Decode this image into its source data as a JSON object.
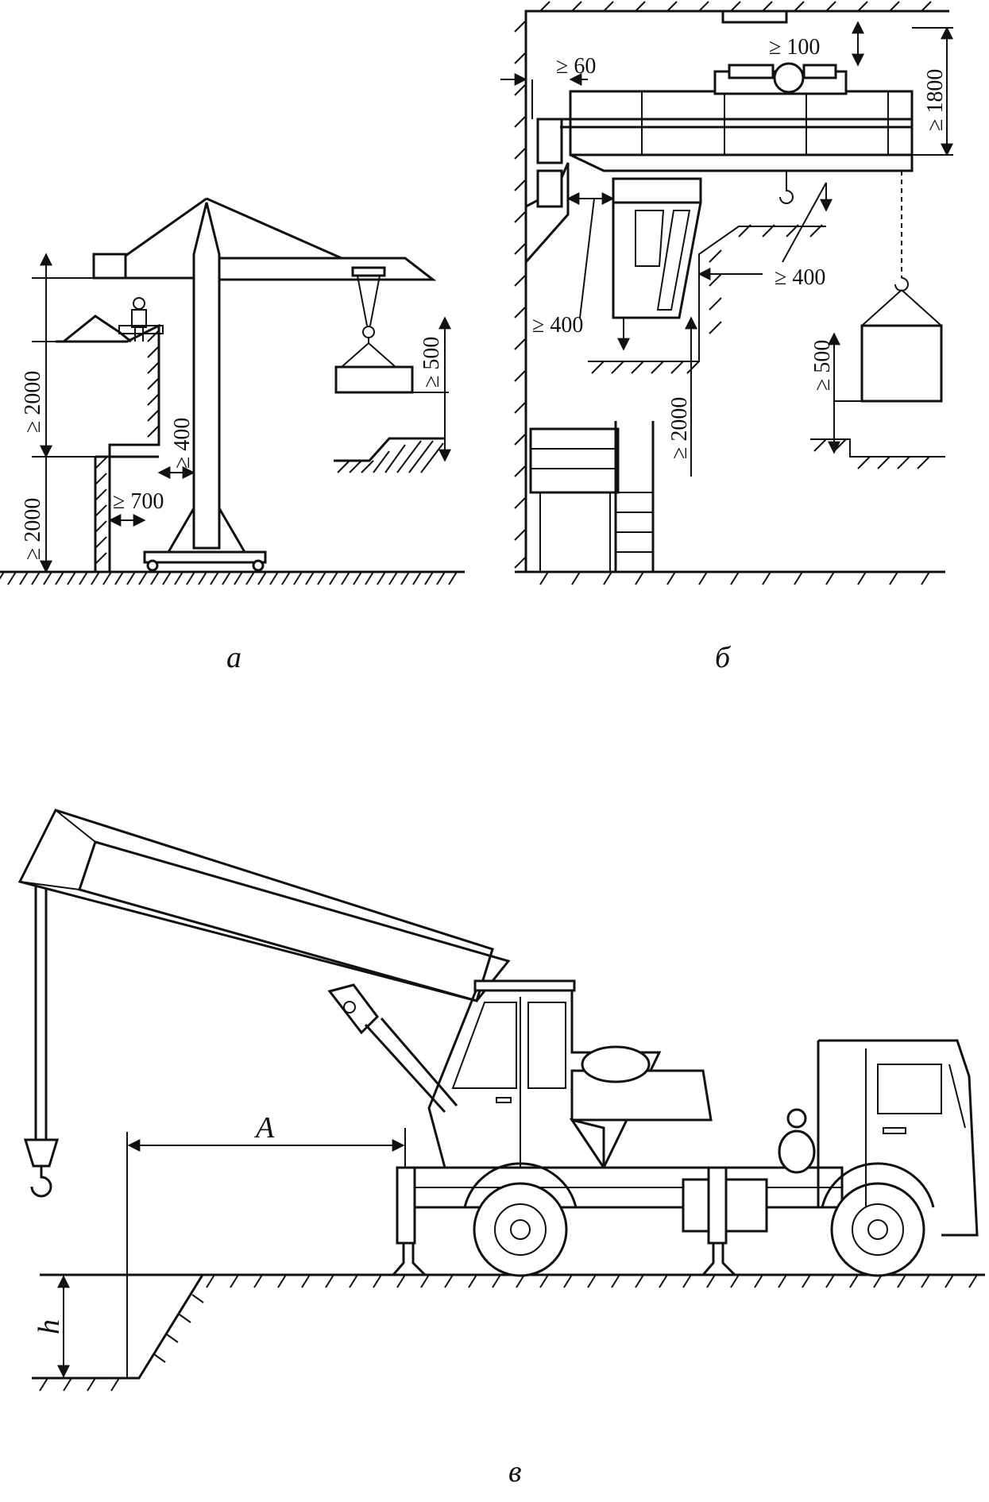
{
  "captions": {
    "a": "а",
    "b": "б",
    "c": "в"
  },
  "panel_a": {
    "dims": {
      "h2000_upper": "≥ 2000",
      "h2000_lower": "≥ 2000",
      "gap400": "≥ 400",
      "gap700": "≥ 700",
      "h500": "≥ 500"
    }
  },
  "panel_b": {
    "dims": {
      "d60": "≥ 60",
      "d100": "≥ 100",
      "d1800": "≥ 1800",
      "d400_right": "≥ 400",
      "d400_left": "≥ 400",
      "d2000": "≥ 2000",
      "d500": "≥ 500"
    }
  },
  "panel_c": {
    "dims": {
      "A": "A",
      "h": "h"
    }
  }
}
